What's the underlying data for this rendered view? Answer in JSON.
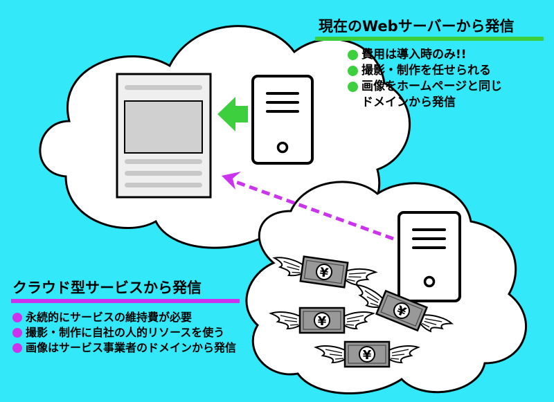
{
  "current_server": {
    "heading": "現在のWebサーバーから発信",
    "bullets": [
      "費用は導入時のみ!!",
      "撮影・制作を任せられる",
      "画像をホームページと同じ"
    ],
    "bullet_continuation": "ドメインから発信",
    "accent_color": "#3ecf3e"
  },
  "cloud_service": {
    "heading": "クラウド型サービスから発信",
    "bullets": [
      "永続的にサービスの維持費が必要",
      "撮影・制作に自社の人的リソースを使う",
      "画像はサービス事業者のドメインから発信"
    ],
    "accent_color": "#cc33ee"
  },
  "banknote_symbol": "¥",
  "colors": {
    "background": "#33e8f8",
    "cloud": "#ffffff",
    "server_arrow": "#3ecf3e",
    "cloud_arrow": "#cc33ee"
  },
  "icons": [
    "webpage-icon",
    "server-icon",
    "flying-money-icon",
    "arrow-icon"
  ]
}
